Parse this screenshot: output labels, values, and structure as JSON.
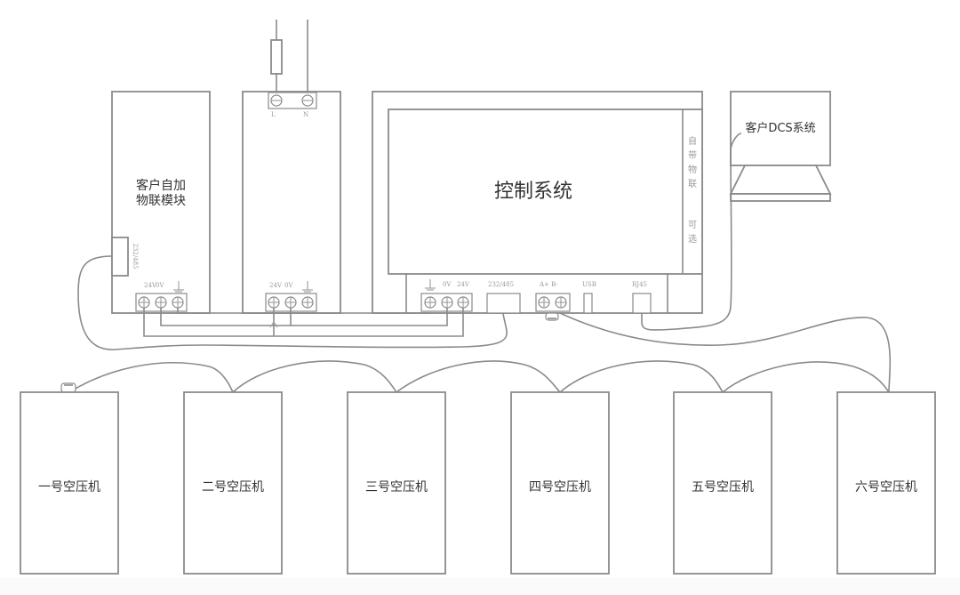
{
  "diagram": {
    "iot_module": {
      "label_line1": "客户自加",
      "label_line2": "物联模块",
      "port_label": "232/485",
      "terminal_labels": [
        "24V",
        "0V",
        "⏚"
      ]
    },
    "power_supply": {
      "input_labels": [
        "L",
        "N"
      ],
      "terminal_labels": [
        "24V",
        "0V",
        "⏚"
      ]
    },
    "control_system": {
      "title": "控制系统",
      "side_label_chars": [
        "自",
        "带",
        "物",
        "联",
        "",
        "可",
        "选"
      ],
      "terminal_labels": [
        "⏚",
        "0V",
        "24V"
      ],
      "port_232_485": "232/485",
      "port_ab": "A+  B-",
      "port_usb": "USB",
      "port_rj45": "RJ45"
    },
    "dcs": {
      "label": "客户DCS系统"
    },
    "compressors": [
      {
        "label": "一号空压机"
      },
      {
        "label": "二号空压机"
      },
      {
        "label": "三号空压机"
      },
      {
        "label": "四号空压机"
      },
      {
        "label": "五号空压机"
      },
      {
        "label": "六号空压机"
      }
    ],
    "colors": {
      "line": "#8a8a8a",
      "text": "#333333",
      "background": "#ffffff"
    }
  }
}
